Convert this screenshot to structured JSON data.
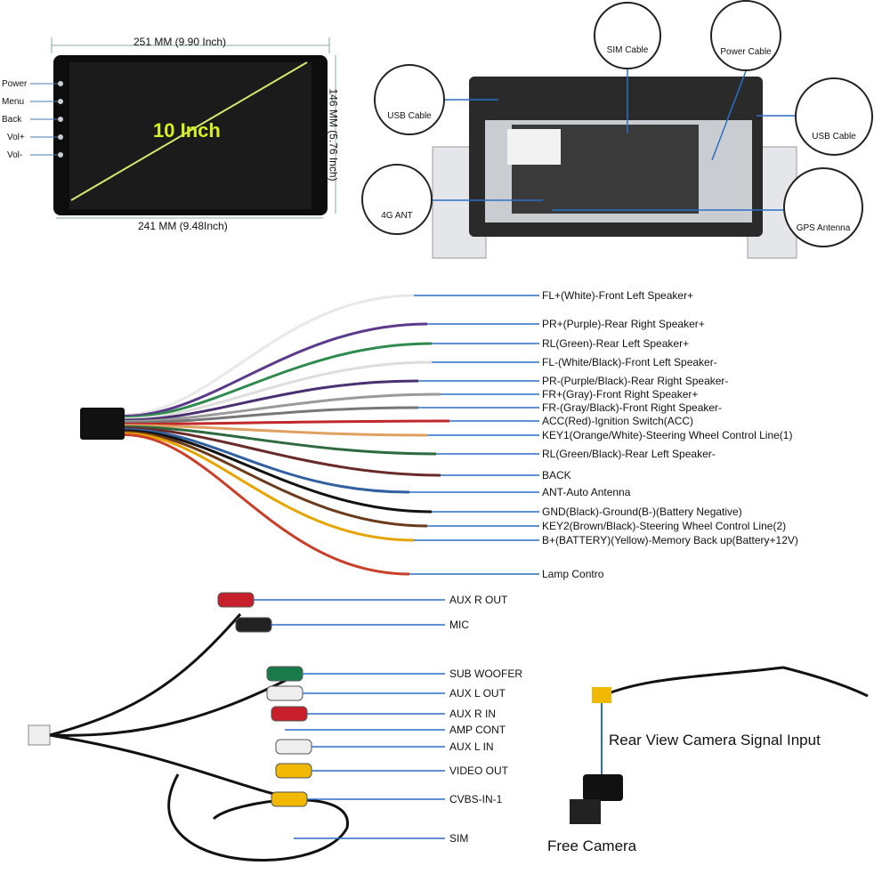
{
  "screen": {
    "width_label": "251 MM (9.90 Inch)",
    "bottom_width_label": "241 MM (9.48Inch)",
    "height_label": "146 MM (5.76 Inch)",
    "size_label": "10 Inch",
    "buttons": [
      "Power",
      "Menu",
      "Back",
      "Vol+",
      "Vol-"
    ]
  },
  "back_panel": {
    "callouts": [
      "USB Cable",
      "4G ANT",
      "SIM Cable",
      "Power Cable",
      "USB Cable",
      "GPS Antenna"
    ]
  },
  "main_harness": {
    "labels": [
      "FL+(White)-Front Left Speaker+",
      "PR+(Purple)-Rear Right Speaker+",
      "RL(Green)-Rear Left Speaker+",
      "FL-(White/Black)-Front Left Speaker-",
      "PR-(Purple/Black)-Rear Right Speaker-",
      "FR+(Gray)-Front Right Speaker+",
      "FR-(Gray/Black)-Front Right Speaker-",
      "ACC(Red)-Ignition Switch(ACC)",
      "KEY1(Orange/White)-Steering Wheel Control Line(1)",
      "RL(Green/Black)-Rear Left Speaker-",
      "BACK",
      "ANT-Auto Antenna",
      "GND(Black)-Ground(B-)(Battery Negative)",
      "KEY2(Brown/Black)-Steering Wheel Control Line(2)",
      "B+(BATTERY)(Yellow)-Memory Back up(Battery+12V)",
      "Lamp Contro"
    ],
    "wire_colors": [
      "#e8e8e8",
      "#5b3a8c",
      "#2f8a4e",
      "#dddddd",
      "#4a3070",
      "#9a9a9a",
      "#777777",
      "#c0282a",
      "#e0a060",
      "#2d6a40",
      "#6a2a2a",
      "#3060a0",
      "#111111",
      "#6b3b1b",
      "#e6a400",
      "#c8402a"
    ]
  },
  "rca_harness": {
    "labels": [
      "AUX R OUT",
      "MIC",
      "SUB WOOFER",
      "AUX L OUT",
      "AUX R IN",
      "AMP CONT",
      "AUX L IN",
      "VIDEO OUT",
      "CVBS-IN-1",
      "SIM"
    ]
  },
  "camera": {
    "signal_label": "Rear View Camera Signal Input",
    "camera_label": "Free Camera"
  },
  "colors": {
    "leader": "#2a6fc4",
    "accent": "#d7f020"
  }
}
